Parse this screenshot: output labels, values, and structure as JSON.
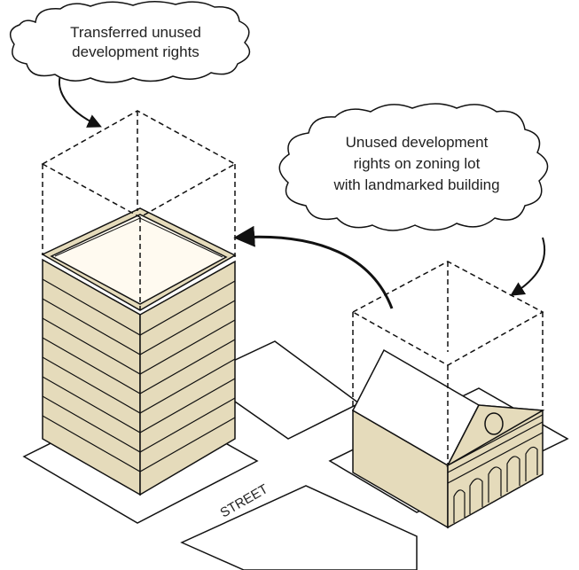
{
  "callouts": {
    "transferred": {
      "line1": "Transferred unused",
      "line2": "development rights"
    },
    "unused": {
      "line1": "Unused development",
      "line2": "rights on zoning lot",
      "line3": "with landmarked building"
    }
  },
  "street_label": "STREET",
  "colors": {
    "building_fill": "#e5dbbb",
    "roof_fill": "#fffaf0",
    "line": "#111111"
  }
}
